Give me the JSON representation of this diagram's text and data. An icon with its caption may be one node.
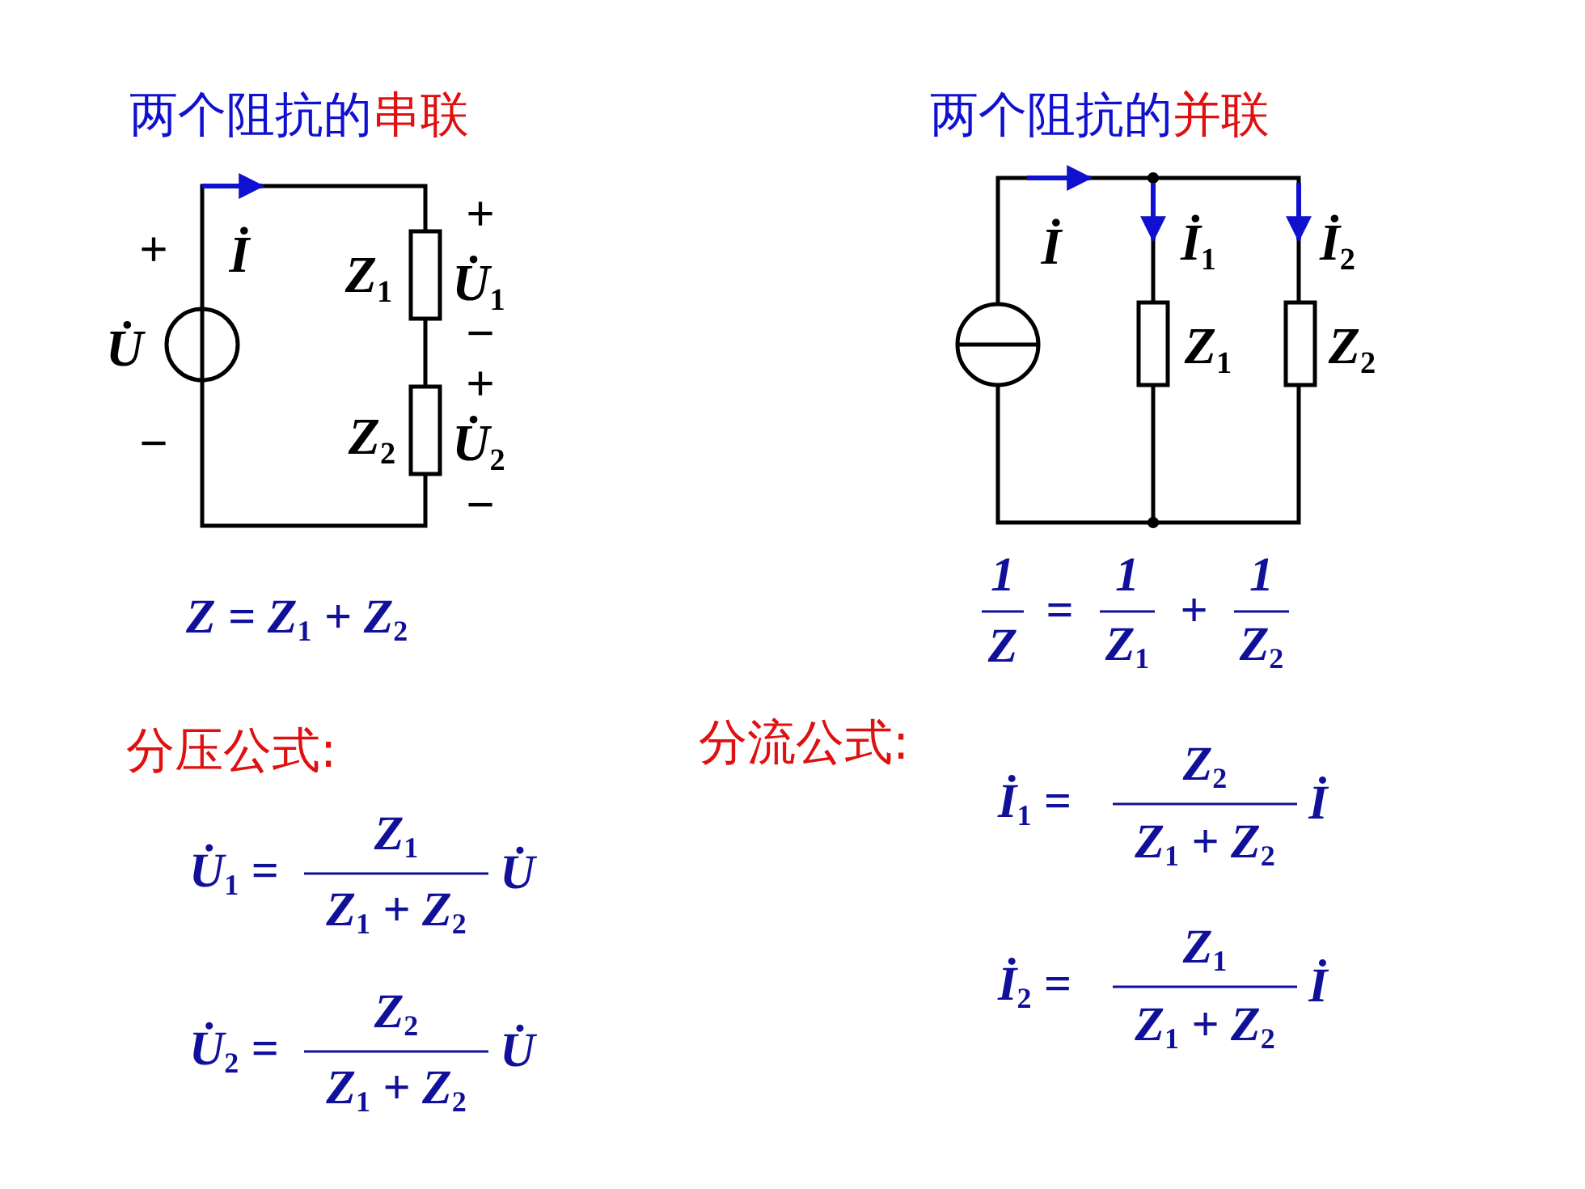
{
  "diagram": {
    "labels": [
      "两个阻抗的",
      "串联",
      "两个阻抗的",
      "并联",
      "+",
      "İ",
      "+",
      "Z$_{1}$",
      "U̇$_{1}$",
      "U̇",
      "−",
      "+",
      "−",
      "Z$_{2}$",
      "U̇$_{2}$",
      "−",
      "İ",
      "İ$_{1}$",
      "İ$_{2}$",
      "Z$_{1}$",
      "Z$_{2}$",
      "Z = Z$_{1}$ + Z$_{2}$",
      "1",
      "Z",
      "=",
      "1",
      "Z$_{1}$",
      "+",
      "1",
      "Z$_{2}$",
      "分压公式:",
      "分流公式:",
      "İ$_{1}$ =",
      "Z$_{2}$",
      "Z$_{1}$ + Z$_{2}$",
      "İ",
      "U̇$_{1}$ =",
      "Z$_{1}$",
      "Z$_{1}$ + Z$_{2}$",
      "U̇",
      "İ$_{2}$ =",
      "Z$_{1}$",
      "Z$_{1}$ + Z$_{2}$",
      "İ",
      "U̇$_{2}$ =",
      "Z$_{2}$",
      "Z$_{1}$ + Z$_{2}$",
      "U̇"
    ]
  }
}
